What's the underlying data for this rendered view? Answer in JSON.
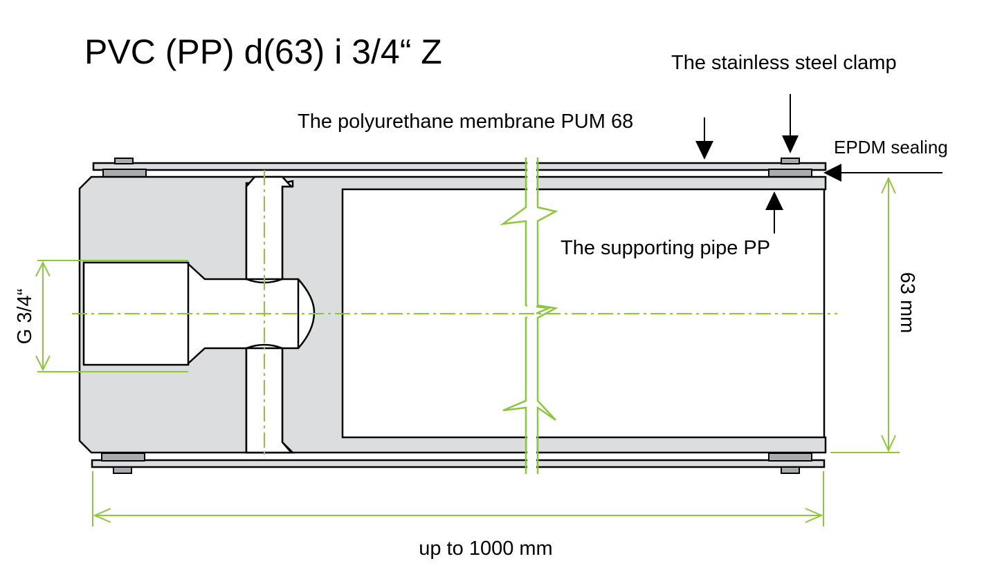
{
  "title": "PVC (PP) d(63) i 3/4“ Z",
  "labels": {
    "clamp": "The stainless steel clamp",
    "membrane": "The polyurethane membrane PUM 68",
    "sealing": "EPDM sealing",
    "supporting_pipe": "The supporting pipe PP"
  },
  "dimensions": {
    "thread": "G 3/4“",
    "diameter": "63 mm",
    "length": "up to 1000 mm"
  },
  "colors": {
    "outline": "#000000",
    "body_fill": "#dcdddf",
    "clamp_fill": "#a9abad",
    "dimension": "#8cc63f",
    "background": "#ffffff"
  }
}
